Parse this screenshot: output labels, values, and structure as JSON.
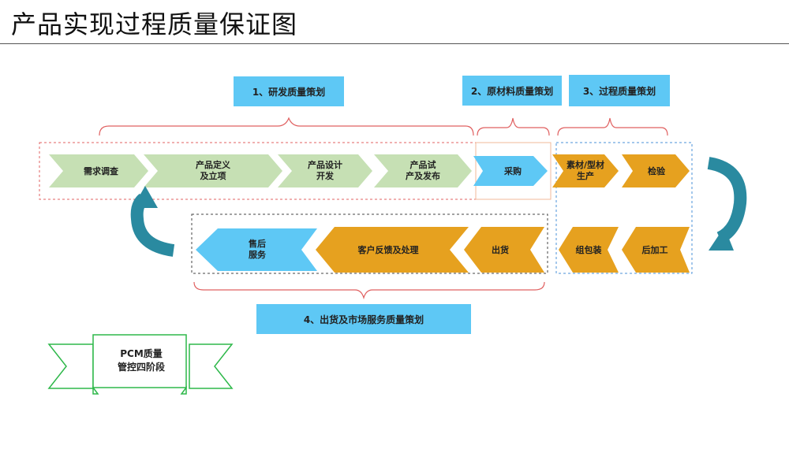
{
  "title": "产品实现过程质量保证图",
  "phases": {
    "p1": "1、研发质量策划",
    "p2": "2、原材料质量策划",
    "p3": "3、过程质量策划",
    "p4": "4、出货及市场服务质量策划"
  },
  "steps": {
    "s1": [
      "需求调查"
    ],
    "s2": [
      "产品定义",
      "及立项"
    ],
    "s3": [
      "产品设计",
      "开发"
    ],
    "s4": [
      "产品试",
      "产及发布"
    ],
    "s5": [
      "采购"
    ],
    "s6": [
      "素材/型材",
      "生产"
    ],
    "s7": [
      "检验"
    ],
    "s8": [
      "后加工"
    ],
    "s9": [
      "组包装"
    ],
    "s10": [
      "出货"
    ],
    "s11": [
      "客户反馈及处理"
    ],
    "s12": [
      "售后",
      "服务"
    ]
  },
  "ribbon": {
    "line1": "PCM质量",
    "line2": "管控四阶段"
  },
  "colors": {
    "green": "#c6e0b4",
    "blue": "#5ec8f5",
    "orange": "#e6a11f",
    "teal": "#2a8aa0",
    "bracket": "#e06060"
  }
}
